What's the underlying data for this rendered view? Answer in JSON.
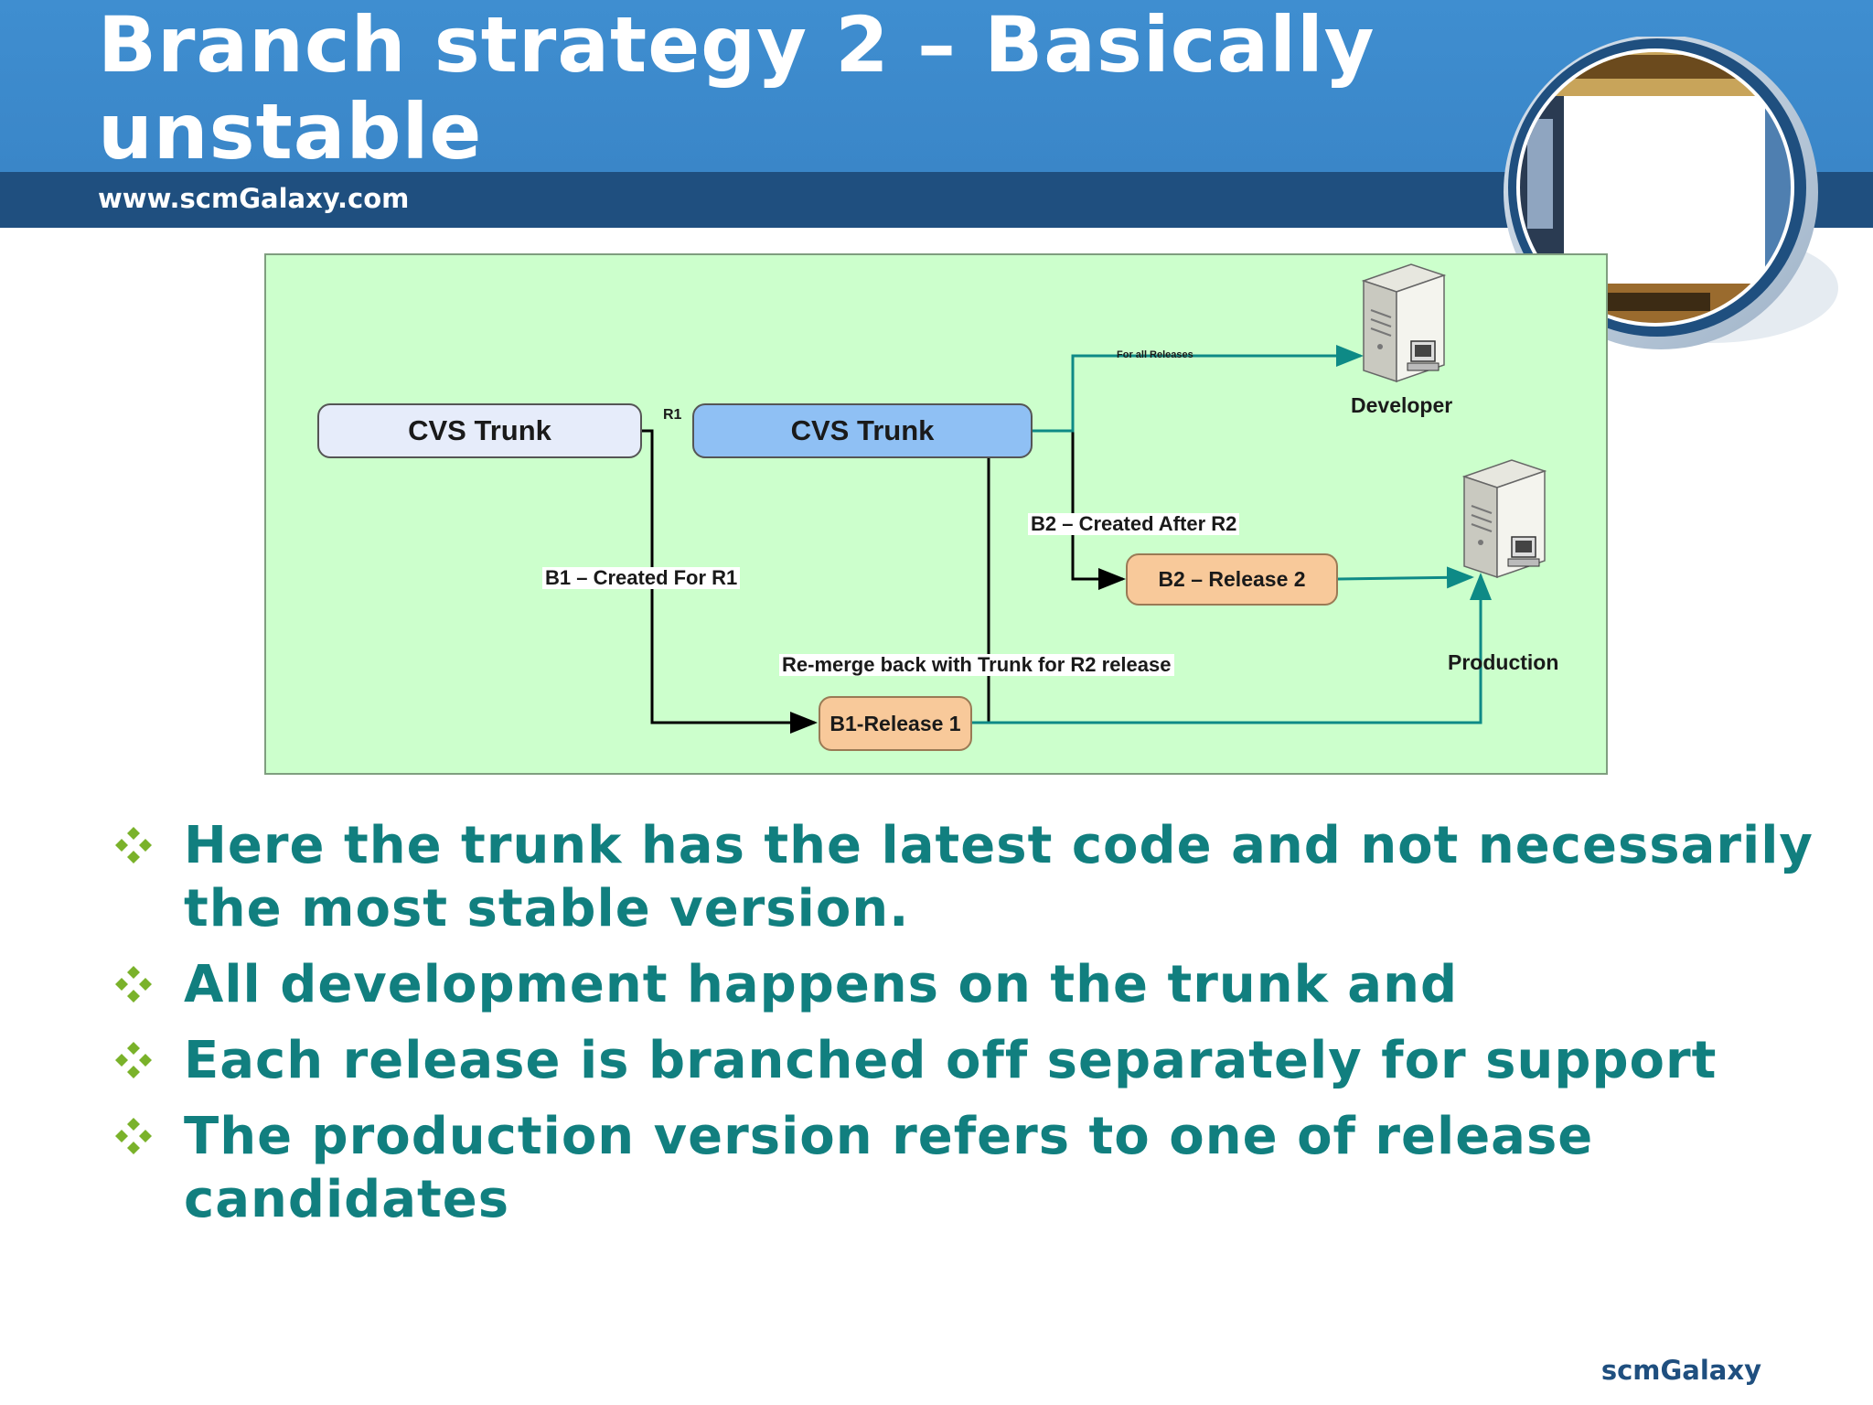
{
  "header": {
    "title": "Branch strategy 2 – Basically unstable",
    "site": "www.scmGalaxy.com"
  },
  "diagram": {
    "nodes": {
      "trunk_1": "CVS Trunk",
      "trunk_2": "CVS Trunk",
      "b2_release": "B2 – Release 2",
      "b1_release": "B1-Release 1"
    },
    "labels": {
      "r1": "R1",
      "for_all_releases": "For all Releases",
      "b2_created": "B2 – Created After R2",
      "b1_created": "B1 – Created For R1",
      "remerge": "Re-merge back with Trunk for R2 release",
      "developer": "Developer",
      "production": "Production"
    },
    "colors": {
      "panel": "#ccffcc",
      "teal_arrow": "#0e8a86",
      "black_arrow": "#000000"
    }
  },
  "bullets": [
    "Here the trunk has the latest code and not necessarily the most stable version.",
    "All development happens on the trunk and",
    "Each release is branched off separately for support",
    "The production version refers to one of release candidates"
  ],
  "footer": {
    "brand": "scmGalaxy"
  },
  "colors": {
    "header_blue": "#3f8ed0",
    "header_band": "#1f4f7f",
    "bullet_text": "#117f7f",
    "bullet_icon": "#7ab22a"
  }
}
